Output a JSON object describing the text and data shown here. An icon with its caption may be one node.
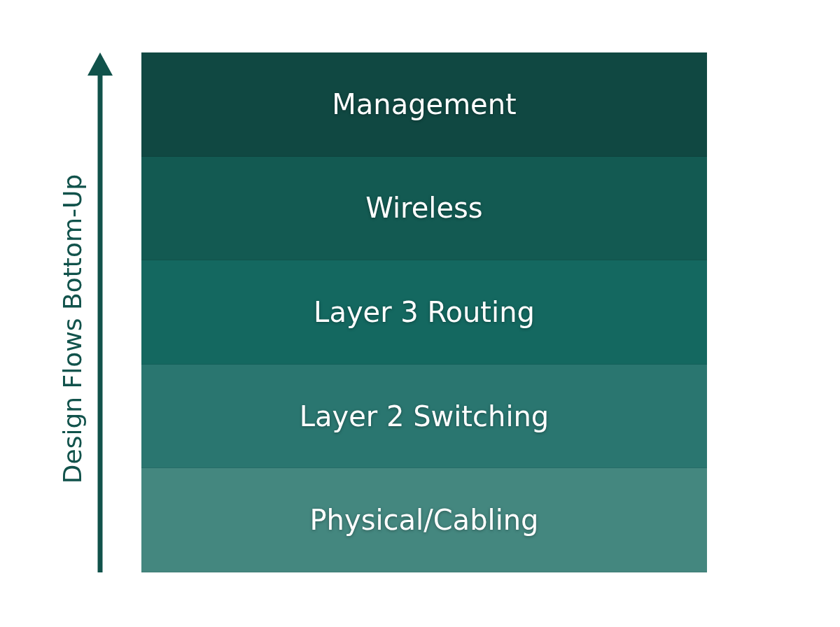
{
  "diagram": {
    "nodes": [
      {
        "text": [
          "Management"
        ]
      },
      {
        "text": [
          "Wireless"
        ]
      },
      {
        "text": [
          "Layer 3 Routing"
        ]
      },
      {
        "text": [
          "Layer 2 Switching"
        ]
      },
      {
        "text": [
          "Physical/Cabling"
        ]
      }
    ],
    "labels": [
      "Design Flows Bottom-Up"
    ]
  }
}
